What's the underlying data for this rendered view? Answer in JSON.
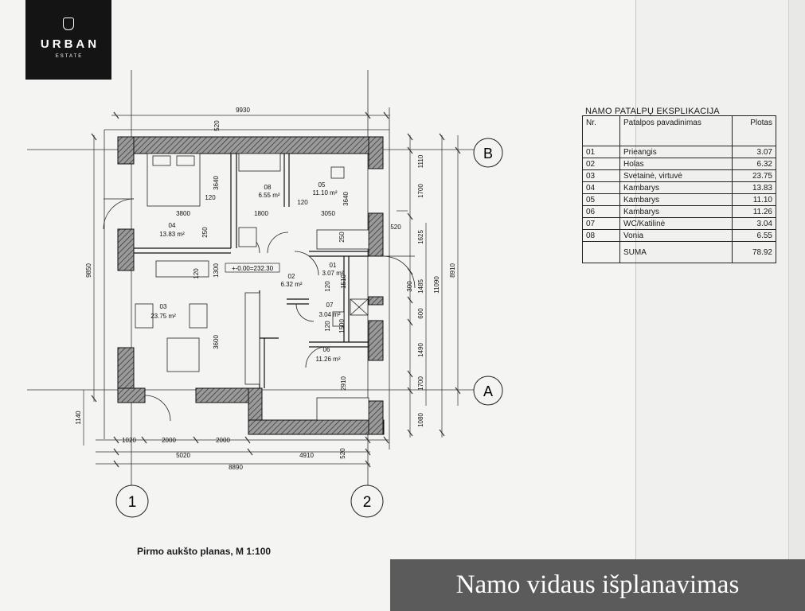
{
  "logo": {
    "name": "URBAN",
    "sub": "ESTATE"
  },
  "table": {
    "title": "NAMO PATALPŲ EKSPLIKACIJA",
    "headers": [
      "Nr.",
      "Patalpos pavadinimas",
      "Plotas"
    ],
    "rows": [
      {
        "nr": "01",
        "name": "Prieangis",
        "area": "3.07"
      },
      {
        "nr": "02",
        "name": "Holas",
        "area": "6.32"
      },
      {
        "nr": "03",
        "name": "Svetainė, virtuvė",
        "area": "23.75"
      },
      {
        "nr": "04",
        "name": "Kambarys",
        "area": "13.83"
      },
      {
        "nr": "05",
        "name": "Kambarys",
        "area": "11.10"
      },
      {
        "nr": "06",
        "name": "Kambarys",
        "area": "11.26"
      },
      {
        "nr": "07",
        "name": "WC/Katilinė",
        "area": "3.04"
      },
      {
        "nr": "08",
        "name": "Vonia",
        "area": "6.55"
      }
    ],
    "sum_label": "SUMA",
    "sum_value": "78.92"
  },
  "plan": {
    "axes": {
      "b": "B",
      "a": "A",
      "one": "1",
      "two": "2"
    },
    "level": "+-0.00=232.30",
    "rooms": {
      "r01": {
        "no": "01",
        "area": "3.07 m²"
      },
      "r02": {
        "no": "02",
        "area": "6.32 m²"
      },
      "r03": {
        "no": "03",
        "area": "23.75 m²"
      },
      "r04": {
        "no": "04",
        "area": "13.83 m²"
      },
      "r05": {
        "no": "05",
        "area": "11.10 m²"
      },
      "r06": {
        "no": "06",
        "area": "11.26 m²"
      },
      "r07": {
        "no": "07",
        "area": "3.04 m²"
      },
      "r08": {
        "no": "08",
        "area": "6.55 m²"
      }
    },
    "dims": {
      "top": "9930",
      "top520": "520",
      "left_total": "9850",
      "right_1110": "1110",
      "right_1700a": "1700",
      "right_1625": "1625",
      "right_300": "300",
      "right_600": "600",
      "right_1490": "1490",
      "right_1700b": "1700",
      "right_1080": "1080",
      "right_1485": "1485",
      "right_11090": "11090",
      "right_8910": "8910",
      "right_520": "520",
      "bottom_1020": "1020",
      "bottom_2000a": "2000",
      "bottom_2000b": "2000",
      "bottom_5020": "5020",
      "bottom_4910": "4910",
      "bottom_8890": "8890",
      "bottom_520": "520",
      "left_1140": "1140",
      "in_3640a": "3640",
      "in_120a": "120",
      "in_1800": "1800",
      "in_120b": "120",
      "in_3640b": "3640",
      "in_3800": "3800",
      "in_3050": "3050",
      "in_250a": "250",
      "in_250b": "250",
      "in_120c": "120",
      "in_1300": "1300",
      "in_120d": "120",
      "in_1510": "1510",
      "in_120e": "120",
      "in_1500": "1500",
      "in_3600": "3600",
      "in_2910": "2910"
    }
  },
  "caption": "Pirmo aukšto planas, M 1:100",
  "banner": "Namo vidaus išplanavimas"
}
